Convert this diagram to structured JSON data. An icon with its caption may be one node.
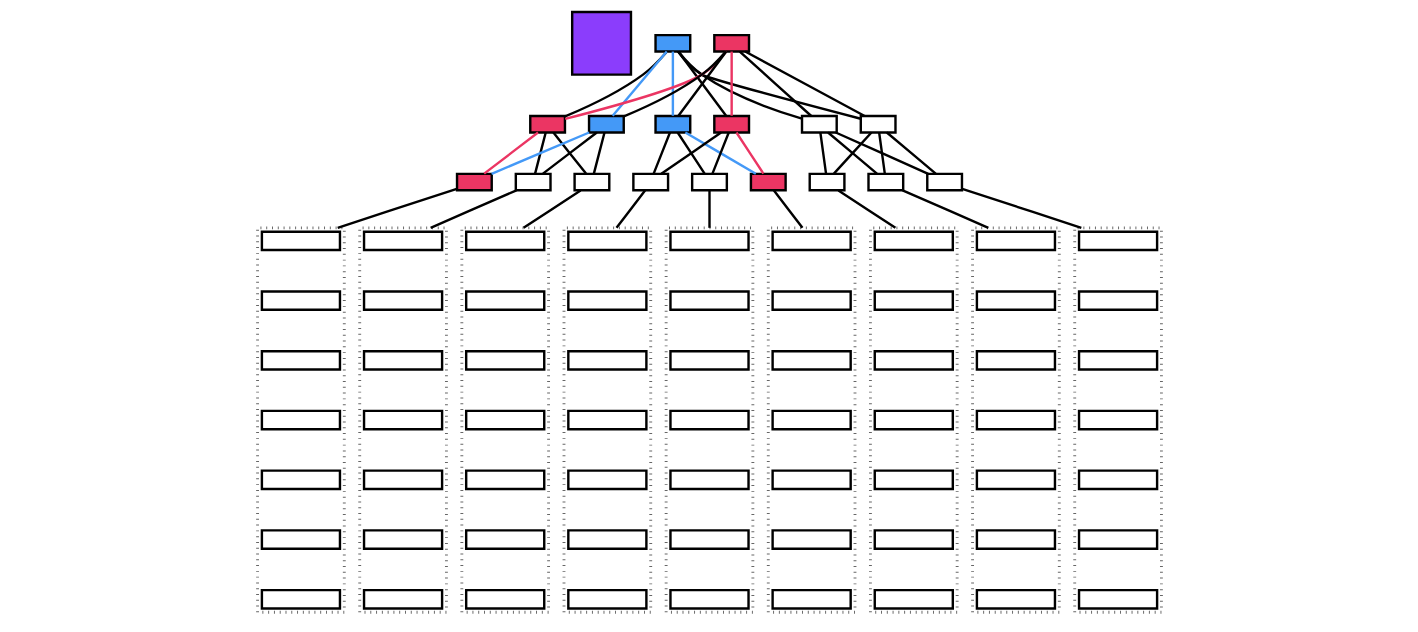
{
  "diagram": {
    "nodes": [
      {
        "text": [],
        "shape": "box"
      },
      {
        "text": [],
        "shape": "box"
      },
      {
        "text": [],
        "shape": "box"
      },
      {
        "text": [],
        "shape": "box"
      },
      {
        "text": [],
        "shape": "box"
      },
      {
        "text": [],
        "shape": "box"
      },
      {
        "text": [],
        "shape": "box"
      },
      {
        "text": [],
        "shape": "box"
      },
      {
        "text": [],
        "shape": "box"
      },
      {
        "text": [],
        "shape": "box"
      },
      {
        "text": [],
        "shape": "box"
      },
      {
        "text": [],
        "shape": "box"
      },
      {
        "text": [],
        "shape": "box"
      },
      {
        "text": [],
        "shape": "box"
      },
      {
        "text": [],
        "shape": "box"
      },
      {
        "text": [],
        "shape": "box"
      },
      {
        "text": [],
        "shape": "box"
      },
      {
        "text": [],
        "shape": "box"
      },
      {
        "text": [],
        "shape": "box"
      },
      {
        "text": [],
        "shape": "box"
      },
      {
        "text": [],
        "shape": "box"
      },
      {
        "text": [],
        "shape": "box"
      },
      {
        "text": [],
        "shape": "box"
      },
      {
        "text": [],
        "shape": "box"
      },
      {
        "text": [],
        "shape": "box"
      },
      {
        "text": [],
        "shape": "box"
      },
      {
        "text": [],
        "shape": "box"
      },
      {
        "text": [],
        "shape": "box",
        "in": 18
      },
      {
        "text": [],
        "shape": "box",
        "in": 18
      },
      {
        "text": [],
        "shape": "box",
        "in": 18
      },
      {
        "text": [],
        "shape": "box",
        "in": 18
      },
      {
        "text": [],
        "shape": "box",
        "in": 18
      },
      {
        "text": [],
        "shape": "box",
        "in": 18
      },
      {
        "text": [],
        "shape": "box",
        "in": 18
      },
      {
        "text": [],
        "shape": "box",
        "in": 19
      },
      {
        "text": [],
        "shape": "box",
        "in": 19
      },
      {
        "text": [],
        "shape": "box",
        "in": 19
      },
      {
        "text": [],
        "shape": "box",
        "in": 19
      },
      {
        "text": [],
        "shape": "box",
        "in": 19
      },
      {
        "text": [],
        "shape": "box",
        "in": 19
      },
      {
        "text": [],
        "shape": "box",
        "in": 19
      },
      {
        "text": [],
        "shape": "box",
        "in": 20
      },
      {
        "text": [],
        "shape": "box",
        "in": 20
      },
      {
        "text": [],
        "shape": "box",
        "in": 20
      },
      {
        "text": [],
        "shape": "box",
        "in": 20
      },
      {
        "text": [],
        "shape": "box",
        "in": 20
      },
      {
        "text": [],
        "shape": "box",
        "in": 20
      },
      {
        "text": [],
        "shape": "box",
        "in": 20
      },
      {
        "text": [],
        "shape": "box",
        "in": 21
      },
      {
        "text": [],
        "shape": "box",
        "in": 21
      },
      {
        "text": [],
        "shape": "box",
        "in": 21
      },
      {
        "text": [],
        "shape": "box",
        "in": 21
      },
      {
        "text": [],
        "shape": "box",
        "in": 21
      },
      {
        "text": [],
        "shape": "box",
        "in": 21
      },
      {
        "text": [],
        "shape": "box",
        "in": 21
      },
      {
        "text": [],
        "shape": "box",
        "in": 22
      },
      {
        "text": [],
        "shape": "box",
        "in": 22
      },
      {
        "text": [],
        "shape": "box",
        "in": 22
      },
      {
        "text": [],
        "shape": "box",
        "in": 22
      },
      {
        "text": [],
        "shape": "box",
        "in": 22
      },
      {
        "text": [],
        "shape": "box",
        "in": 22
      },
      {
        "text": [],
        "shape": "box",
        "in": 22
      },
      {
        "text": [],
        "shape": "box",
        "in": 23
      },
      {
        "text": [],
        "shape": "box",
        "in": 23
      },
      {
        "text": [],
        "shape": "box",
        "in": 23
      },
      {
        "text": [],
        "shape": "box",
        "in": 23
      },
      {
        "text": [],
        "shape": "box",
        "in": 23
      },
      {
        "text": [],
        "shape": "box",
        "in": 23
      },
      {
        "text": [],
        "shape": "box",
        "in": 23
      },
      {
        "text": [],
        "shape": "box",
        "in": 24
      },
      {
        "text": [],
        "shape": "box",
        "in": 24
      },
      {
        "text": [],
        "shape": "box",
        "in": 24
      },
      {
        "text": [],
        "shape": "box",
        "in": 24
      },
      {
        "text": [],
        "shape": "box",
        "in": 24
      },
      {
        "text": [],
        "shape": "box",
        "in": 24
      },
      {
        "text": [],
        "shape": "box",
        "in": 24
      },
      {
        "text": [],
        "shape": "box",
        "in": 25
      },
      {
        "text": [],
        "shape": "box",
        "in": 25
      },
      {
        "text": [],
        "shape": "box",
        "in": 25
      },
      {
        "text": [],
        "shape": "box",
        "in": 25
      },
      {
        "text": [],
        "shape": "box",
        "in": 25
      },
      {
        "text": [],
        "shape": "box",
        "in": 25
      },
      {
        "text": [],
        "shape": "box",
        "in": 25
      },
      {
        "text": [],
        "shape": "box",
        "in": 26
      },
      {
        "text": [],
        "shape": "box",
        "in": 26
      },
      {
        "text": [],
        "shape": "box",
        "in": 26
      },
      {
        "text": [],
        "shape": "box",
        "in": 26
      },
      {
        "text": [],
        "shape": "box",
        "in": 26
      },
      {
        "text": [],
        "shape": "box",
        "in": 26
      },
      {
        "text": [],
        "shape": "box",
        "in": 26
      }
    ],
    "edges": [
      {
        "from": 1,
        "to": 3,
        "arrow": "none"
      },
      {
        "from": 1,
        "to": 4,
        "arrow": "none",
        "color": "#4499f7"
      },
      {
        "from": 1,
        "to": 5,
        "arrow": "none",
        "color": "#4499f7"
      },
      {
        "from": 1,
        "to": 6,
        "arrow": "none"
      },
      {
        "from": 1,
        "to": 7,
        "arrow": "none"
      },
      {
        "from": 1,
        "to": 8,
        "arrow": "none"
      },
      {
        "from": 2,
        "to": 3,
        "arrow": "none",
        "color": "#eb3563"
      },
      {
        "from": 2,
        "to": 4,
        "arrow": "none"
      },
      {
        "from": 2,
        "to": 5,
        "arrow": "none"
      },
      {
        "from": 2,
        "to": 6,
        "arrow": "none",
        "color": "#eb3563"
      },
      {
        "from": 2,
        "to": 7,
        "arrow": "none"
      },
      {
        "from": 2,
        "to": 8,
        "arrow": "none"
      },
      {
        "from": 3,
        "to": 9,
        "arrow": "none",
        "color": "#eb3563"
      },
      {
        "from": 3,
        "to": 10,
        "arrow": "none"
      },
      {
        "from": 3,
        "to": 11,
        "arrow": "none"
      },
      {
        "from": 4,
        "to": 9,
        "arrow": "none",
        "color": "#4499f7"
      },
      {
        "from": 4,
        "to": 10,
        "arrow": "none"
      },
      {
        "from": 4,
        "to": 11,
        "arrow": "none"
      },
      {
        "from": 5,
        "to": 12,
        "arrow": "none"
      },
      {
        "from": 5,
        "to": 13,
        "arrow": "none"
      },
      {
        "from": 5,
        "to": 14,
        "arrow": "none",
        "color": "#4499f7"
      },
      {
        "from": 6,
        "to": 12,
        "arrow": "none"
      },
      {
        "from": 6,
        "to": 13,
        "arrow": "none"
      },
      {
        "from": 6,
        "to": 14,
        "arrow": "none",
        "color": "#eb3563"
      },
      {
        "from": 7,
        "to": 15,
        "arrow": "none"
      },
      {
        "from": 7,
        "to": 16,
        "arrow": "none"
      },
      {
        "from": 7,
        "to": 17,
        "arrow": "none"
      },
      {
        "from": 8,
        "to": 15,
        "arrow": "none"
      },
      {
        "from": 8,
        "to": 16,
        "arrow": "none"
      },
      {
        "from": 8,
        "to": 17,
        "arrow": "none"
      },
      {
        "from": 9,
        "to": 18,
        "arrow": "none"
      },
      {
        "from": 10,
        "to": 19,
        "arrow": "none"
      },
      {
        "from": 11,
        "to": 20,
        "arrow": "none"
      },
      {
        "from": 12,
        "to": 21,
        "arrow": "none"
      },
      {
        "from": 13,
        "to": 22,
        "arrow": "none"
      },
      {
        "from": 14,
        "to": 23,
        "arrow": "none"
      },
      {
        "from": 15,
        "to": 24,
        "arrow": "none"
      },
      {
        "from": 16,
        "to": 25,
        "arrow": "none"
      },
      {
        "from": 17,
        "to": 26,
        "arrow": "none"
      }
    ]
  }
}
